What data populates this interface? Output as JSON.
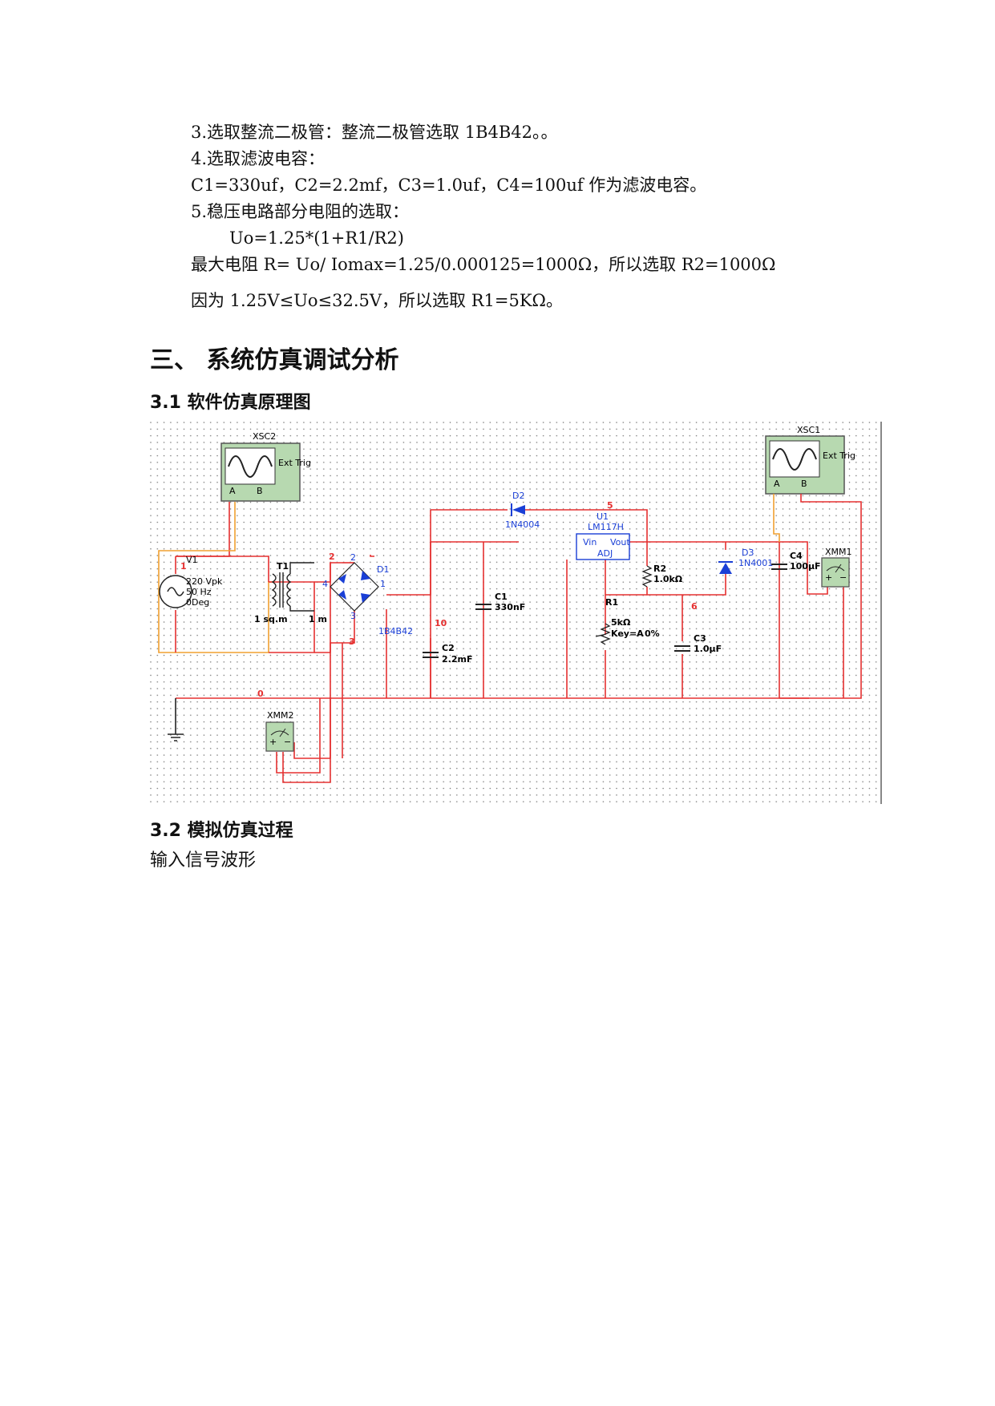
{
  "lines": {
    "l1": "3.选取整流二极管：整流二极管选取 1B4B42。。",
    "l2": "4.选取滤波电容：",
    "l3": "C1=330uf，C2=2.2mf，C3=1.0uf，C4=100uf 作为滤波电容。",
    "l4": "5.稳压电路部分电阻的选取：",
    "l5": "Uo=1.25*(1+R1/R2)",
    "l6": "最大电阻 R= Uo/ Iomax=1.25/0.000125=1000Ω，所以选取 R2=1000Ω",
    "l7": "因为 1.25V≤Uo≤32.5V，所以选取 R1=5KΩ。"
  },
  "section_title": "三、 系统仿真调试分析",
  "sub1": "3.1 软件仿真原理图",
  "sub2": "3.2 模拟仿真过程",
  "text_after": "输入信号波形",
  "schematic": {
    "xsc2": "XSC2",
    "xsc1": "XSC1",
    "ext_trig": "Ext Trig",
    "ch_a": "A",
    "ch_b": "B",
    "v1": "V1",
    "v1_amp": "220 Vpk",
    "v1_freq": "50 Hz",
    "v1_phase": "0Deg",
    "t1": "T1",
    "t1_p": "1 sq.m",
    "t1_s": "1 m",
    "d1": "D1",
    "d1_part": "1B4B42",
    "d2": "D2",
    "d2_part": "1N4004",
    "u1": "U1",
    "u1_part": "LM117H",
    "vin": "Vin",
    "vout": "Vout",
    "adj": "ADJ",
    "r2": "R2",
    "r2_val": "1.0kΩ",
    "d3": "D3",
    "d3_part": "1N4001",
    "c4": "C4",
    "c4_val": "100µF",
    "xmm1": "XMM1",
    "xmm2": "XMM2",
    "c1": "C1",
    "c1_val": "330nF",
    "c2": "C2",
    "c2_val": "2.2mF",
    "c3": "C3",
    "c3_val": "1.0µF",
    "r1": "R1",
    "r1_val": "5kΩ",
    "r1_key": "Key=A",
    "r1_pct": "0%",
    "n1": "1",
    "n2": "2",
    "n3": "3",
    "n5": "5",
    "n6": "6",
    "n10": "10",
    "n0": "0",
    "pin1": "1",
    "pin2": "2",
    "pin3": "3",
    "pin4": "4",
    "plus": "+",
    "minus": "−"
  },
  "colors": {
    "wire": "#e53030",
    "wire_orange": "#f0a030",
    "component": "#222222",
    "blue_label": "#1a3fd6",
    "instrument": "#b7d9b0",
    "grid_dot": "#7a7a7a"
  }
}
